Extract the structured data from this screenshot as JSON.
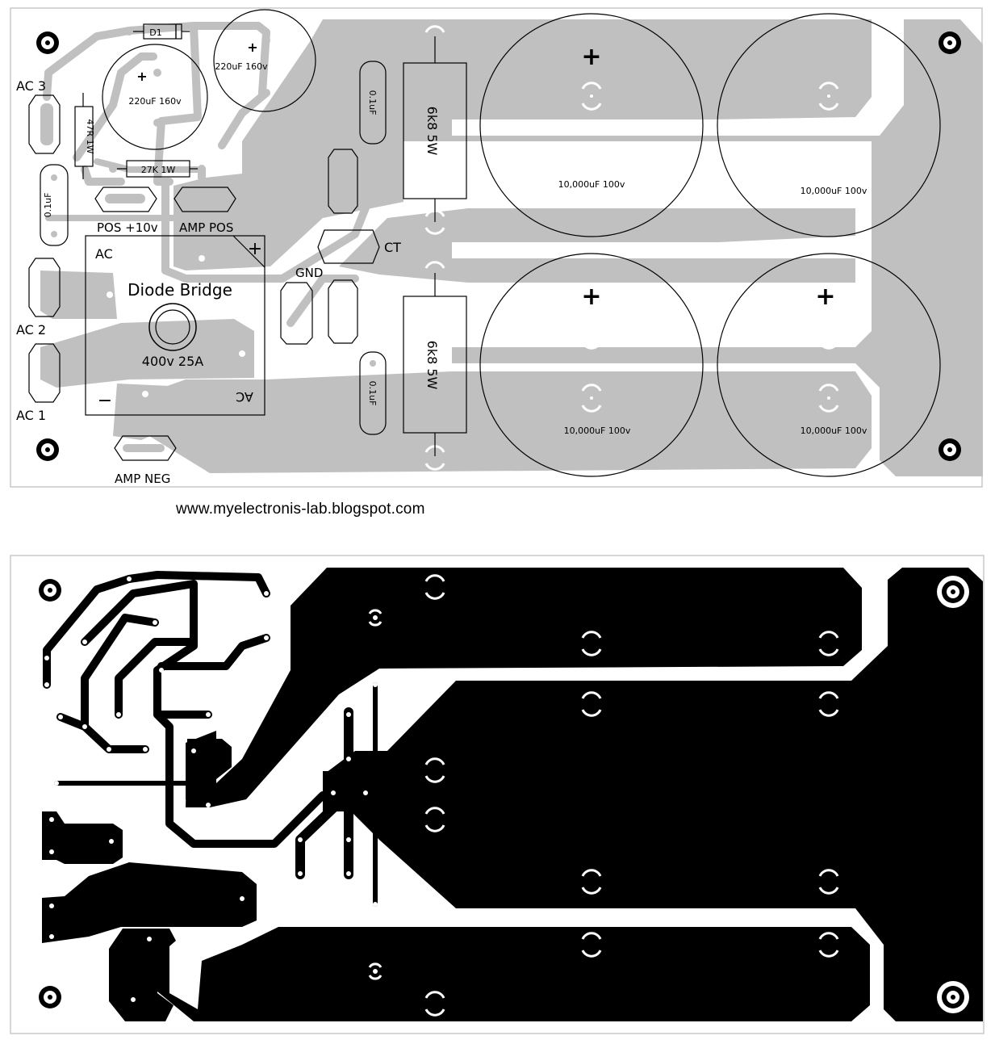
{
  "website": "www.myelectronis-lab.blogspot.com",
  "components": {
    "d1": "D1",
    "cap_small_1": "220uF 160v",
    "cap_small_2": "220uF 160v",
    "res_47r": "47R 1W",
    "res_27k": "27K 1W",
    "res_6k8_top": "6k8 5W",
    "res_6k8_bottom": "6k8 5W",
    "cap_01_left": "0.1uF",
    "cap_01_top": "0.1uF",
    "cap_01_bottom": "0.1uF",
    "big_cap_tl": "10,000uF 100v",
    "big_cap_tr": "10,000uF 100v",
    "big_cap_bl": "10,000uF 100v",
    "big_cap_br": "10,000uF 100v",
    "plus": "+",
    "minus": "−"
  },
  "labels": {
    "ac3": "AC 3",
    "ac2": "AC 2",
    "ac1": "AC 1",
    "pos10": "POS +10v",
    "amp_pos": "AMP POS",
    "amp_neg": "AMP NEG",
    "gnd": "GND",
    "ct": "CT",
    "bridge_ac_top": "AC",
    "bridge_ac_bottom": "AC",
    "bridge_title": "Diode Bridge",
    "bridge_rating": "400v 25A"
  }
}
